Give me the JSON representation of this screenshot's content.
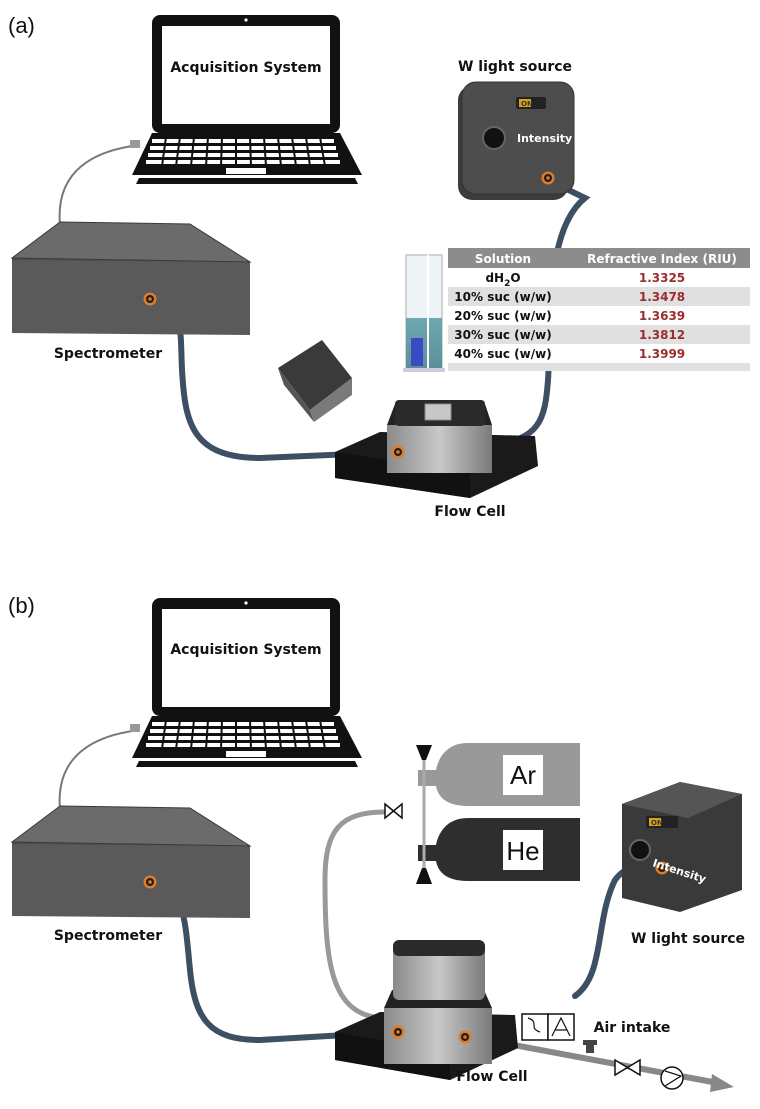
{
  "panel_a": {
    "label": "(a)",
    "laptop_label": "Acquisition System",
    "light_source_label": "W light source",
    "switch_label": "ON",
    "intensity_label": "Intensity",
    "spectrometer_label": "Spectrometer",
    "flow_cell_label": "Flow Cell",
    "table": {
      "headers": [
        "Solution",
        "Refractive Index (RIU)"
      ],
      "rows": [
        {
          "solution": "dH",
          "solution_sub": "2",
          "solution_tail": "O",
          "ri": "1.3325"
        },
        {
          "solution": "10% suc (w/w)",
          "ri": "1.3478"
        },
        {
          "solution": "20% suc (w/w)",
          "ri": "1.3639"
        },
        {
          "solution": "30% suc (w/w)",
          "ri": "1.3812"
        },
        {
          "solution": "40% suc (w/w)",
          "ri": "1.3999"
        }
      ]
    }
  },
  "panel_b": {
    "label": "(b)",
    "laptop_label": "Acquisition System",
    "switch_label": "ON",
    "intensity_label": "Intensity",
    "spectrometer_label": "Spectrometer",
    "light_source_label": "W light source",
    "flow_cell_label": "Flow Cell",
    "air_intake_label": "Air intake",
    "gas_1": "Ar",
    "gas_2": "He"
  },
  "colors": {
    "fiber": "#3d4f63",
    "connector": "#e07b2a",
    "device_dark": "#4a4a4a",
    "table_header": "#8c8c8c",
    "table_row_alt": "#e0e0e0",
    "ri_values": "#9b2d2d"
  }
}
